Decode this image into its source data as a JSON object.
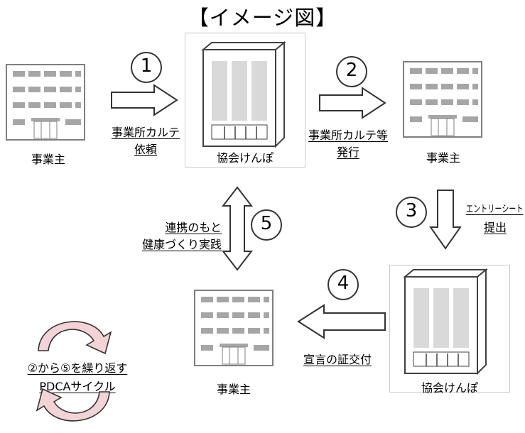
{
  "title": "【イメージ図】",
  "steps": {
    "s1": "1",
    "s2": "2",
    "s3": "3",
    "s4": "4",
    "s5": "5"
  },
  "labels": {
    "employer": "事業主",
    "kyokai": "協会けんぽ",
    "request_line1": "事業所カルテ",
    "request_line2": "依頼",
    "issue_line1": "事業所カルテ等",
    "issue_line2": "発行",
    "entry_line1": "エントリーシート",
    "entry_line2": "提出",
    "certificate": "宣言の証交付",
    "collab_line1": "連携のもと",
    "collab_line2": "健康づくり実践",
    "cycle_line1": "②から⑤を繰り返す",
    "cycle_line2": "PDCAサイクル"
  },
  "colors": {
    "arrow_fill": "#ffffff",
    "arrow_stroke": "#333333",
    "cycle_fill": "#f3d3d6",
    "building_panel": "#d9d9d9",
    "office_window": "#a6a6a6"
  },
  "icons": [
    "office-building-icon",
    "tall-building-icon"
  ]
}
